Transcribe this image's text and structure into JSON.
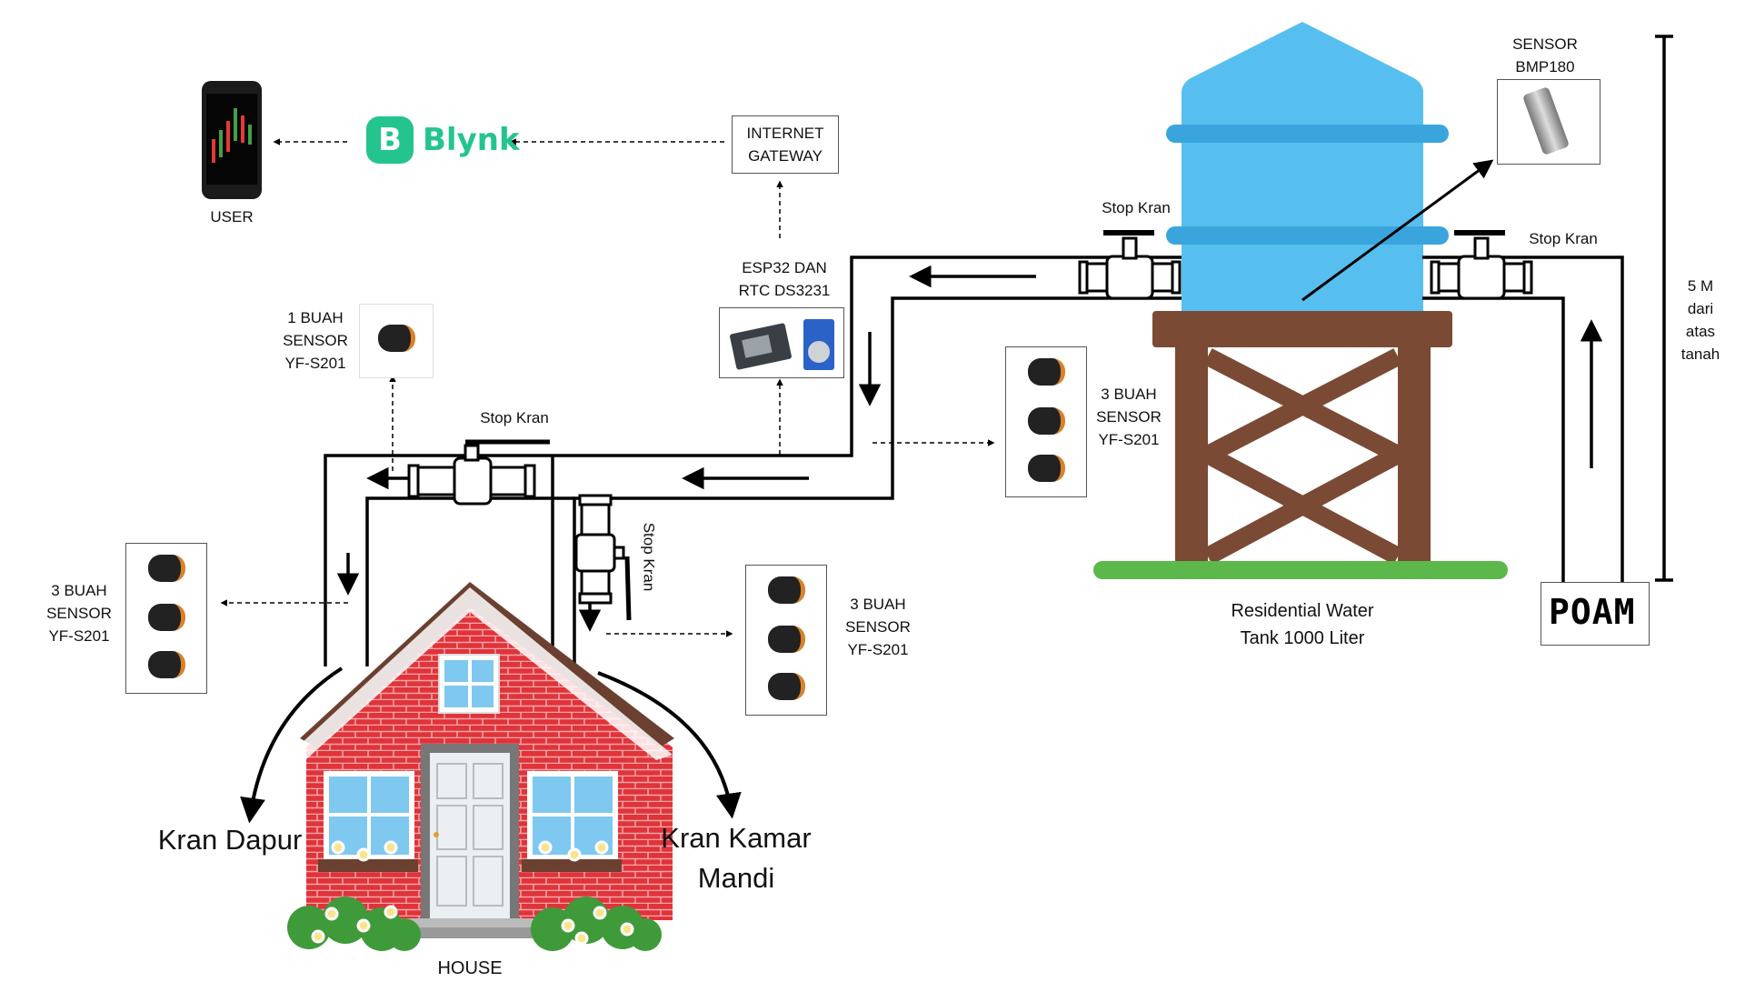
{
  "user": {
    "label": "USER",
    "icon": "smartphone-icon"
  },
  "blynk": {
    "letter": "B",
    "name": "Blynk",
    "color": "#23c48e"
  },
  "gateway": {
    "line1": "INTERNET",
    "line2": "GATEWAY"
  },
  "esp32": {
    "line1": "ESP32 DAN",
    "line2": "RTC DS3231"
  },
  "sensor_one": {
    "line1": "1 BUAH",
    "line2": "SENSOR",
    "line3": "YF-S201"
  },
  "sensor_kitchen": {
    "line1": "3 BUAH",
    "line2": "SENSOR",
    "line3": "YF-S201"
  },
  "sensor_bath": {
    "line1": "3 BUAH",
    "line2": "SENSOR",
    "line3": "YF-S201"
  },
  "sensor_tank": {
    "line1": "3 BUAH",
    "line2": "SENSOR",
    "line3": "YF-S201"
  },
  "bmp": {
    "line1": "SENSOR",
    "line2": "BMP180"
  },
  "stop_kran": {
    "tank_left": "Stop Kran",
    "tank_right": "Stop Kran",
    "house_main": "Stop Kran",
    "house_vertical": "Stop Kran"
  },
  "height": {
    "line1": "5 M",
    "line2": "dari",
    "line3": "atas",
    "line4": "tanah"
  },
  "tank": {
    "line1": "Residential Water",
    "line2": "Tank 1000 Liter",
    "color": "#57bff0",
    "band_color": "#3aa5dd",
    "stand_color": "#7a4a34"
  },
  "pump": {
    "label": "POAM"
  },
  "house": {
    "label": "HOUSE",
    "brick_color": "#e0333a",
    "roof_color": "#6b4030"
  },
  "taps": {
    "kitchen": "Kran Dapur",
    "bath_line1": "Kran Kamar",
    "bath_line2": "Mandi"
  }
}
